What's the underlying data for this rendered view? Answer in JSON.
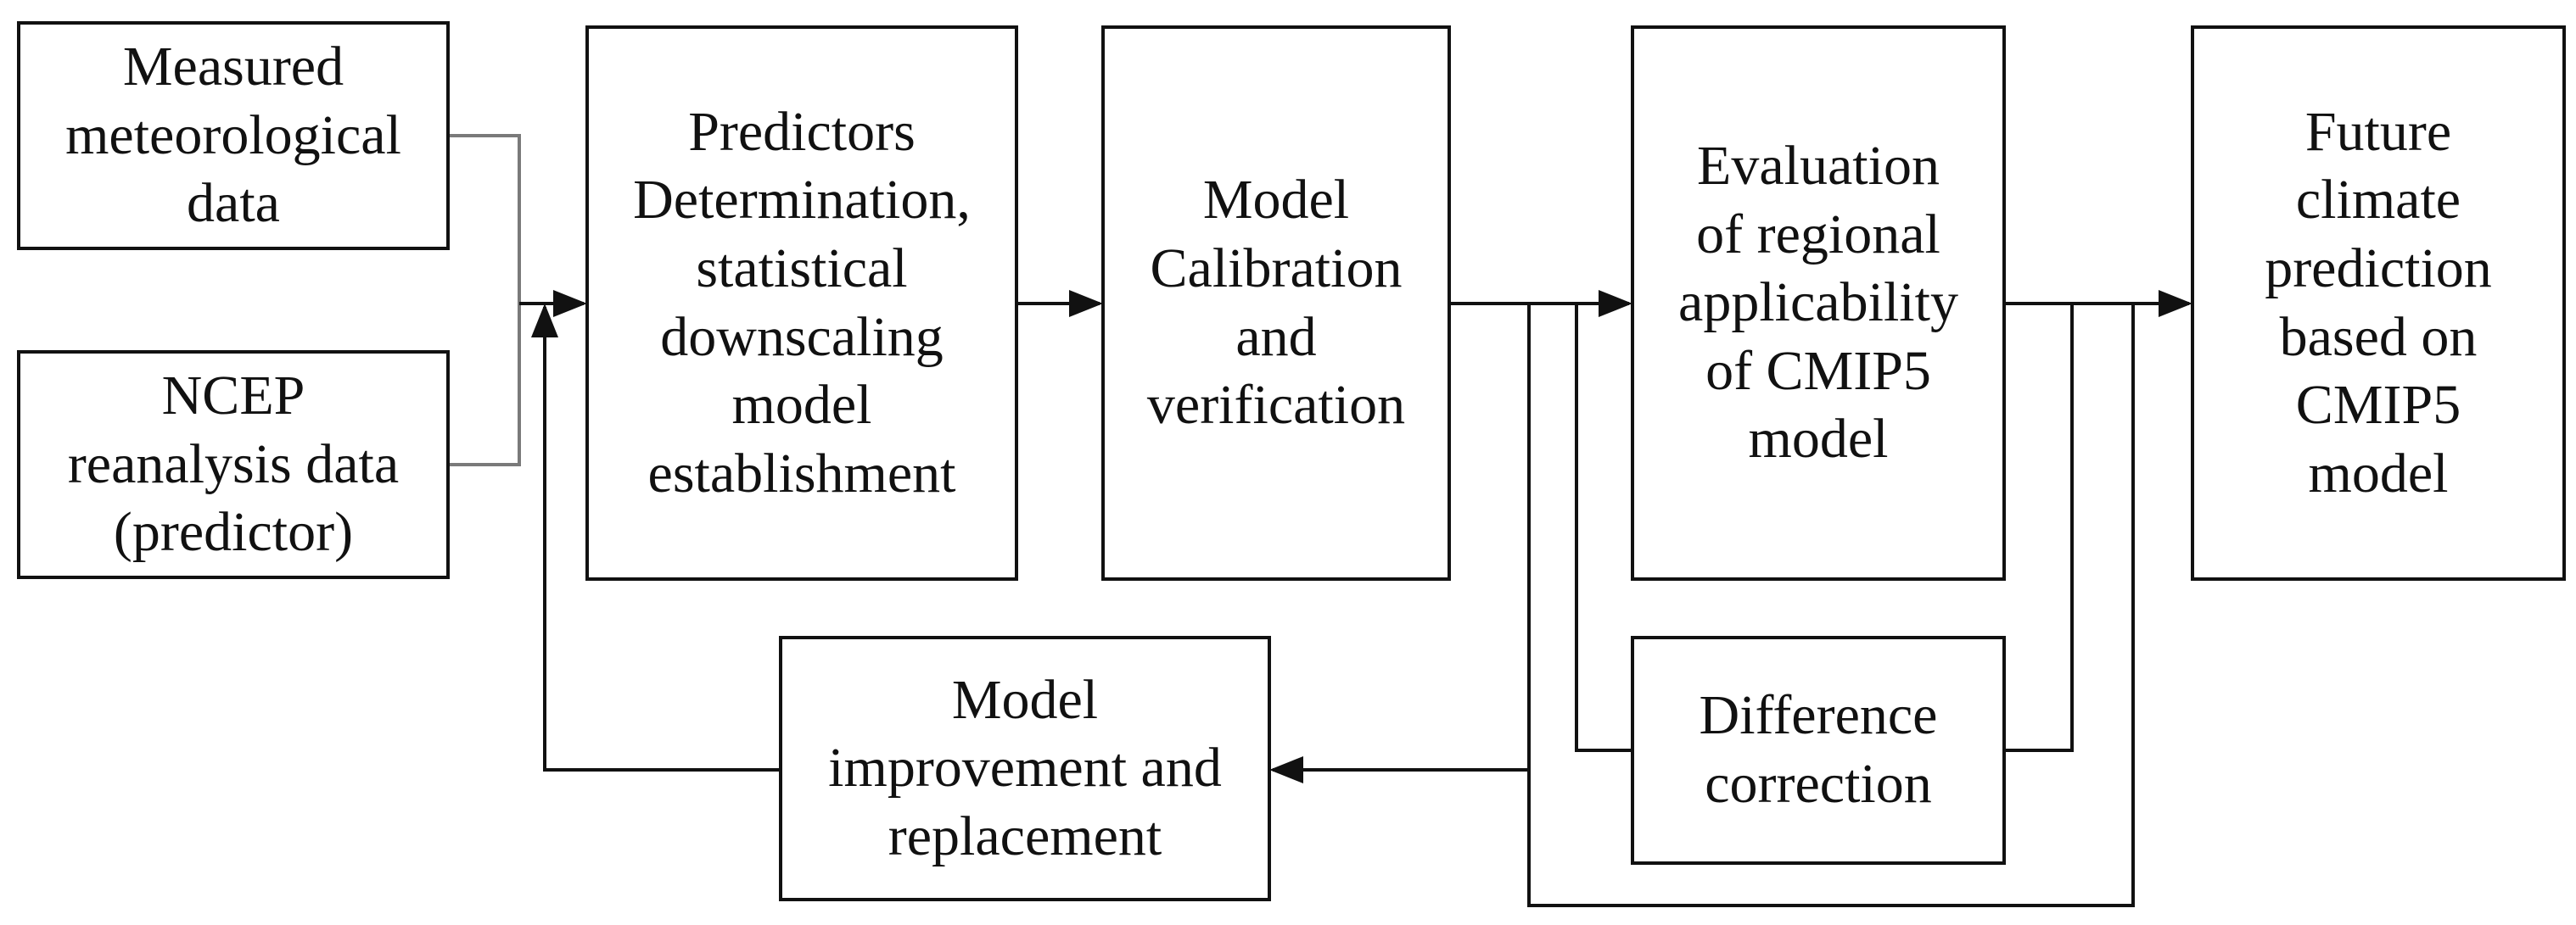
{
  "diagram": {
    "nodes": {
      "measured": {
        "lines": [
          "Measured",
          "meteorological",
          "data"
        ]
      },
      "ncep": {
        "lines": [
          "NCEP",
          "reanalysis  data",
          "(predictor)"
        ]
      },
      "predictors": {
        "lines": [
          "Predictors",
          "Determination,",
          "statistical",
          "downscaling",
          "model",
          "establishment"
        ]
      },
      "calibration": {
        "lines": [
          "Model",
          "Calibration",
          "and",
          "verification"
        ]
      },
      "evaluation": {
        "lines": [
          "Evaluation",
          "of regional",
          "applicability",
          "of CMIP5",
          "model"
        ]
      },
      "future": {
        "lines": [
          "Future",
          "climate",
          "prediction",
          "based  on",
          "CMIP5",
          "model"
        ]
      },
      "improvement": {
        "lines": [
          "Model",
          "improvement  and",
          "replacement"
        ]
      },
      "correction": {
        "lines": [
          "Difference",
          "correction"
        ]
      }
    },
    "colors": {
      "line": "#111111",
      "connector_gray": "#7a7a7a",
      "background": "#ffffff"
    }
  }
}
